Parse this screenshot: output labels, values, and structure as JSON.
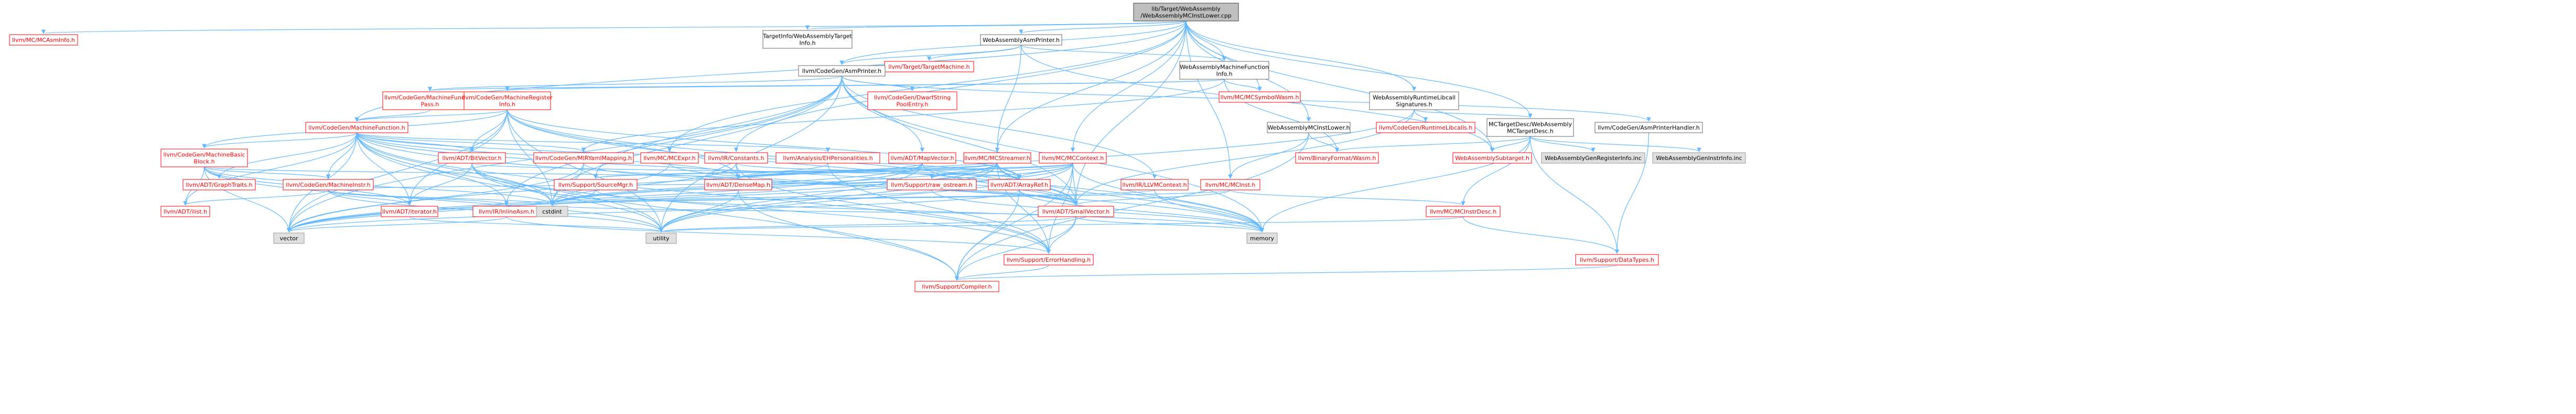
{
  "colors": {
    "root_fill": "#bfbfbf",
    "root_stroke": "#404040",
    "normal_fill": "#ffffff",
    "normal_stroke": "#666666",
    "missing_stroke": "#ff0000",
    "system_fill": "#e0e0e0",
    "system_stroke": "#999999",
    "edge": "#63b8ff",
    "text": "#000000",
    "missing_text": "#ff0000"
  },
  "nodes": [
    {
      "id": "root",
      "lines": [
        "lib/Target/WebAssembly",
        "/WebAssemblyMCInstLower.cpp"
      ],
      "kind": "root"
    },
    {
      "id": "mcasminfo",
      "lines": [
        "llvm/MC/MCAsmInfo.h"
      ],
      "kind": "missing"
    },
    {
      "id": "targetinfo",
      "lines": [
        "TargetInfo/WebAssemblyTarget",
        "Info.h"
      ],
      "kind": "normal"
    },
    {
      "id": "asmprinter_wa",
      "lines": [
        "WebAssemblyAsmPrinter.h"
      ],
      "kind": "normal"
    },
    {
      "id": "targetmachine",
      "lines": [
        "llvm/Target/TargetMachine.h"
      ],
      "kind": "missing"
    },
    {
      "id": "mfi",
      "lines": [
        "WebAssemblyMachineFunction",
        "Info.h"
      ],
      "kind": "normal"
    },
    {
      "id": "asmprinter",
      "lines": [
        "llvm/CodeGen/AsmPrinter.h"
      ],
      "kind": "normal"
    },
    {
      "id": "mfpass",
      "lines": [
        "llvm/CodeGen/MachineFunction",
        "Pass.h"
      ],
      "kind": "missing"
    },
    {
      "id": "dwarfstring",
      "lines": [
        "llvm/CodeGen/DwarfString",
        "PoolEntry.h"
      ],
      "kind": "missing"
    },
    {
      "id": "mcsymbolwasm",
      "lines": [
        "llvm/MC/MCSymbolWasm.h"
      ],
      "kind": "missing"
    },
    {
      "id": "mri",
      "lines": [
        "llvm/CodeGen/MachineRegister",
        "Info.h"
      ],
      "kind": "missing"
    },
    {
      "id": "runtimelibcall",
      "lines": [
        "WebAssemblyRuntimeLibcall",
        "Signatures.h"
      ],
      "kind": "normal"
    },
    {
      "id": "asmprinterhandler",
      "lines": [
        "llvm/CodeGen/AsmPrinterHandler.h"
      ],
      "kind": "normal"
    },
    {
      "id": "mcinstlower",
      "lines": [
        "WebAssemblyMCInstLower.h"
      ],
      "kind": "normal"
    },
    {
      "id": "mf",
      "lines": [
        "llvm/CodeGen/MachineFunction.h"
      ],
      "kind": "missing"
    },
    {
      "id": "runtimelibcalls",
      "lines": [
        "llvm/CodeGen/RuntimeLibcalls.h"
      ],
      "kind": "missing"
    },
    {
      "id": "mctargetdesc",
      "lines": [
        "MCTargetDesc/WebAssembly",
        "MCTargetDesc.h"
      ],
      "kind": "normal"
    },
    {
      "id": "mbb",
      "lines": [
        "llvm/CodeGen/MachineBasic",
        "Block.h"
      ],
      "kind": "missing"
    },
    {
      "id": "bitvector",
      "lines": [
        "llvm/ADT/BitVector.h"
      ],
      "kind": "missing"
    },
    {
      "id": "mirmapping",
      "lines": [
        "llvm/CodeGen/MIRYamlMapping.h"
      ],
      "kind": "missing"
    },
    {
      "id": "mcexpr",
      "lines": [
        "llvm/MC/MCExpr.h"
      ],
      "kind": "missing"
    },
    {
      "id": "constants",
      "lines": [
        "llvm/IR/Constants.h"
      ],
      "kind": "missing"
    },
    {
      "id": "ehpersonalities",
      "lines": [
        "llvm/Analysis/EHPersonalities.h"
      ],
      "kind": "missing"
    },
    {
      "id": "mapvector",
      "lines": [
        "llvm/ADT/MapVector.h"
      ],
      "kind": "missing"
    },
    {
      "id": "mcstreamer",
      "lines": [
        "llvm/MC/MCStreamer.h"
      ],
      "kind": "missing"
    },
    {
      "id": "mccontext",
      "lines": [
        "llvm/MC/MCContext.h"
      ],
      "kind": "missing"
    },
    {
      "id": "binaryformat",
      "lines": [
        "llvm/BinaryFormat/Wasm.h"
      ],
      "kind": "missing"
    },
    {
      "id": "wasmsubtarget",
      "lines": [
        "WebAssemblySubtarget.h"
      ],
      "kind": "missing"
    },
    {
      "id": "genregister",
      "lines": [
        "WebAssemblyGenRegisterInfo.inc"
      ],
      "kind": "system"
    },
    {
      "id": "geninstrinfo",
      "lines": [
        "WebAssemblyGenInstrInfo.inc"
      ],
      "kind": "system"
    },
    {
      "id": "graphtraits",
      "lines": [
        "llvm/ADT/GraphTraits.h"
      ],
      "kind": "missing"
    },
    {
      "id": "machineinstr",
      "lines": [
        "llvm/CodeGen/MachineInstr.h"
      ],
      "kind": "missing"
    },
    {
      "id": "sourcemgr",
      "lines": [
        "llvm/Support/SourceMgr.h"
      ],
      "kind": "missing"
    },
    {
      "id": "densemap",
      "lines": [
        "llvm/ADT/DenseMap.h"
      ],
      "kind": "missing"
    },
    {
      "id": "rawostream",
      "lines": [
        "llvm/Support/raw_ostream.h"
      ],
      "kind": "missing"
    },
    {
      "id": "arrayref",
      "lines": [
        "llvm/ADT/ArrayRef.h"
      ],
      "kind": "missing"
    },
    {
      "id": "llvmcontext",
      "lines": [
        "llvm/IR/LLVMContext.h"
      ],
      "kind": "missing"
    },
    {
      "id": "mcinst",
      "lines": [
        "llvm/MC/MCInst.h"
      ],
      "kind": "missing"
    },
    {
      "id": "ilist",
      "lines": [
        "llvm/ADT/ilist.h"
      ],
      "kind": "missing"
    },
    {
      "id": "iterator",
      "lines": [
        "llvm/ADT/iterator.h"
      ],
      "kind": "missing"
    },
    {
      "id": "inlineasm",
      "lines": [
        "llvm/IR/InlineAsm.h"
      ],
      "kind": "missing"
    },
    {
      "id": "cstdint",
      "lines": [
        "cstdint"
      ],
      "kind": "system"
    },
    {
      "id": "smallvector",
      "lines": [
        "llvm/ADT/SmallVector.h"
      ],
      "kind": "missing"
    },
    {
      "id": "mcinstrdesc",
      "lines": [
        "llvm/MC/MCInstrDesc.h"
      ],
      "kind": "missing"
    },
    {
      "id": "vector",
      "lines": [
        "vector"
      ],
      "kind": "system"
    },
    {
      "id": "utility",
      "lines": [
        "utility"
      ],
      "kind": "system"
    },
    {
      "id": "memory",
      "lines": [
        "memory"
      ],
      "kind": "system"
    },
    {
      "id": "errorhandling",
      "lines": [
        "llvm/Support/ErrorHandling.h"
      ],
      "kind": "missing"
    },
    {
      "id": "datatypes",
      "lines": [
        "llvm/Support/DataTypes.h"
      ],
      "kind": "missing"
    },
    {
      "id": "compiler",
      "lines": [
        "llvm/Support/Compiler.h"
      ],
      "kind": "missing"
    }
  ]
}
